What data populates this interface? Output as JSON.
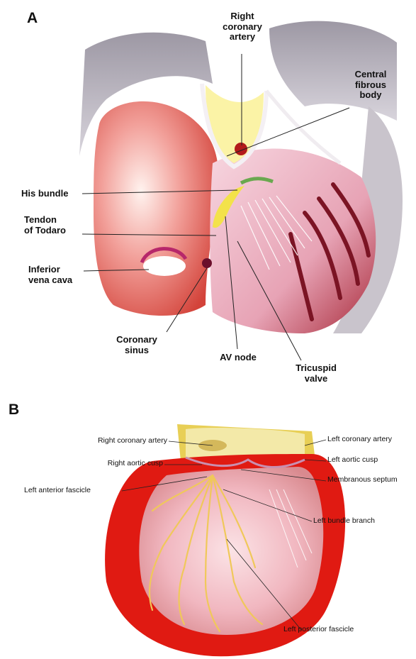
{
  "panel_a": {
    "letter": "A",
    "labels": {
      "right_coronary_artery": "Right\ncoronary\nartery",
      "central_fibrous_body": "Central\nfibrous\nbody",
      "his_bundle": "His bundle",
      "tendon_of_todaro": "Tendon\nof Todaro",
      "inferior_vena_cava": "Inferior\nvena cava",
      "coronary_sinus": "Coronary\nsinus",
      "av_node": "AV node",
      "tricuspid_valve": "Tricuspid\nvalve"
    }
  },
  "panel_b": {
    "letter": "B",
    "labels": {
      "right_coronary_artery": "Right coronary artery",
      "right_aortic_cusp": "Right aortic cusp",
      "left_anterior_fascicle": "Left anterior fascicle",
      "left_coronary_artery": "Left coronary artery",
      "left_aortic_cusp": "Left aortic cusp",
      "membranous_septum": "Membranous septum",
      "left_bundle_branch": "Left bundle branch",
      "left_posterior_fascicle": "Left posterior fascicle"
    }
  },
  "colors": {
    "myocardium_red": "#e01a12",
    "chamber_pink": "#f3b9c2",
    "conduction_yellow": "#f3e24a",
    "aorta_yellow": "#e8cf56",
    "wall_grey": "#b9b5bf"
  }
}
